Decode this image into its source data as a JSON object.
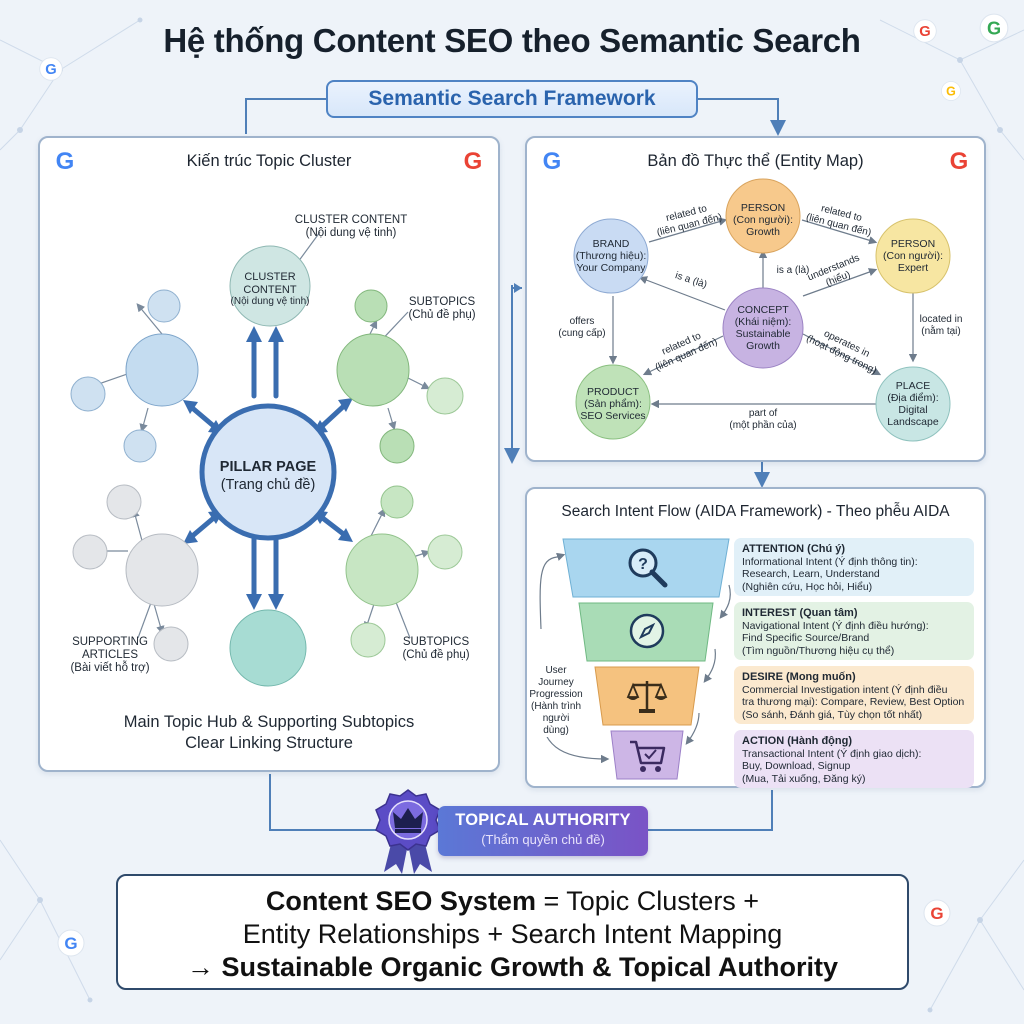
{
  "title": "Hệ thống Content SEO theo Semantic Search",
  "banner": "Semantic Search Framework",
  "colors": {
    "accent": "#2a63ad",
    "panel_border": "#9fb3cc",
    "authority_from": "#5b78d6",
    "authority_to": "#7a53c6"
  },
  "icons": [
    "google-logo-icon",
    "search-magnifier-icon",
    "compass-icon",
    "scales-icon",
    "shopping-cart-icon",
    "crown-badge-icon"
  ],
  "topic_cluster": {
    "title": "Kiến trúc Topic Cluster",
    "pillar_line1": "PILLAR PAGE",
    "pillar_line2": "(Trang chủ đề)",
    "cluster_node_line1": "CLUSTER",
    "cluster_node_line2": "CONTENT",
    "cluster_node_line3": "(Nội dung vệ tinh)",
    "note_cluster_line1": "CLUSTER CONTENT",
    "note_cluster_line2": "(Nội dung vệ tinh)",
    "note_subtopics_top_line1": "SUBTOPICS",
    "note_subtopics_top_line2": "(Chủ đề phụ)",
    "note_supporting_line1": "SUPPORTING",
    "note_supporting_line2": "ARTICLES",
    "note_supporting_line3": "(Bài viết hỗ trợ)",
    "note_subtopics_bottom_line1": "SUBTOPICS",
    "note_subtopics_bottom_line2": "(Chủ đề phụ)",
    "footer_line1": "Main Topic Hub & Supporting Subtopics",
    "footer_line2": "Clear Linking Structure"
  },
  "entity_map": {
    "title": "Bản đồ Thực thể (Entity Map)",
    "nodes": {
      "person_top": [
        "PERSON",
        "(Con người):",
        "Growth"
      ],
      "brand": [
        "BRAND",
        "(Thương hiệu):",
        "Your Company"
      ],
      "person_right": [
        "PERSON",
        "(Con người):",
        "Expert"
      ],
      "concept": [
        "CONCEPT",
        "(Khái niệm):",
        "Sustainable",
        "Growth"
      ],
      "product": [
        "PRODUCT",
        "(Sản phẩm):",
        "SEO Services"
      ],
      "place": [
        "PLACE",
        "(Địa điểm):",
        "Digital",
        "Landscape"
      ]
    },
    "edges": {
      "brand_person": [
        "related to",
        "(liên quan đến)"
      ],
      "person_person": [
        "related to",
        "(liên quan đến)"
      ],
      "concept_person": "is a (là)",
      "brand_concept": "is a (là)",
      "concept_person_right": [
        "understands",
        "(hiểu)"
      ],
      "brand_product": [
        "offers",
        "(cung cấp)"
      ],
      "concept_product": [
        "related to",
        "(liên quan đến)"
      ],
      "concept_place": [
        "operates in",
        "(hoạt động trong)"
      ],
      "person_place": [
        "located in",
        "(nằm tại)"
      ],
      "place_product": [
        "part of",
        "(một phần của)"
      ]
    }
  },
  "intent_flow": {
    "title": "Search Intent Flow (AIDA Framework) - Theo phễu AIDA",
    "side_label": [
      "User",
      "Journey",
      "Progression",
      "(Hành trình",
      "người dùng)"
    ],
    "stages": [
      {
        "heading": "ATTENTION (Chú ý)",
        "line1": "Informational Intent (Ý định thông tin):",
        "line2": "Research, Learn, Understand",
        "line3": "(Nghiên cứu, Học hỏi, Hiểu)"
      },
      {
        "heading": "INTEREST (Quan tâm)",
        "line1": "Navigational Intent (Ý định điều hướng):",
        "line2": "Find Specific Source/Brand",
        "line3": "(Tìm nguồn/Thương hiệu cụ thể)"
      },
      {
        "heading": "DESIRE (Mong muốn)",
        "line1": "Commercial Investigation intent (Ý định điều",
        "line2": "tra thương mại): Compare, Review, Best Option",
        "line3": "(So sánh, Đánh giá, Tùy chọn tốt nhất)"
      },
      {
        "heading": "ACTION (Hành động)",
        "line1": "Transactional Intent (Ý định giao dịch):",
        "line2": "Buy, Download, Signup",
        "line3": "(Mua, Tải xuống, Đăng ký)"
      }
    ]
  },
  "authority": {
    "line1": "TOPICAL AUTHORITY",
    "line2": "(Thẩm quyền chủ đề)"
  },
  "summary": {
    "line1_bold": "Content SEO System",
    "line1_rest": " = Topic Clusters +",
    "line2": "Entity Relationships + Search Intent Mapping",
    "line3": "→ Sustainable Organic Growth & Topical Authority"
  }
}
